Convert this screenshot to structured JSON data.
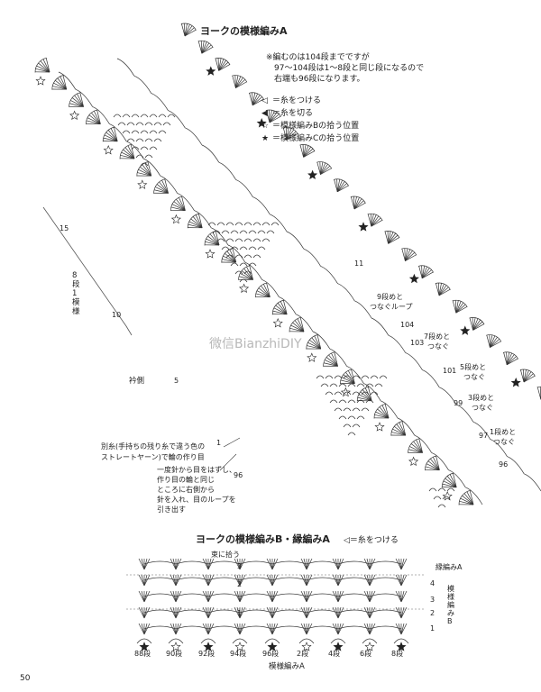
{
  "diagram_a": {
    "title": "ヨークの模様編みA",
    "notes": [
      "※編むのは104段までですが",
      "97〜104段は1〜8段と同じ段になるので",
      "右端も96段になります。"
    ],
    "legend": [
      {
        "sym": "◁",
        "text": "＝糸をつける"
      },
      {
        "sym": "◀",
        "text": "＝糸を切る"
      },
      {
        "sym": "☆",
        "text": "＝模様編みBの拾う位置"
      },
      {
        "sym": "★",
        "text": "＝模様編みCの拾う位置"
      }
    ],
    "left_rows": [
      "15",
      "10",
      "5",
      "1"
    ],
    "right_rows": [
      "11",
      "104",
      "103",
      "101",
      "99",
      "97",
      "96"
    ],
    "bottom_row": "96",
    "repeat_label": [
      "8",
      "段",
      "1",
      "模",
      "様"
    ],
    "collar_label": "衿側",
    "annotations": {
      "joins_9": [
        "9段めと",
        "つなぐループ"
      ],
      "joins_7": [
        "7段めと",
        "つなぐ"
      ],
      "joins_5": [
        "5段めと",
        "つなぐ"
      ],
      "joins_3": [
        "3段めと",
        "つなぐ"
      ],
      "joins_1": [
        "1段めと",
        "つなぐ"
      ],
      "chain_note": [
        "別糸(手持ちの残り糸で違う色の",
        "ストレートヤーン)で輪の作り目"
      ],
      "hook_note": [
        "一度針から目をはずし、",
        "作り目の輪と同じ",
        "ところに右側から",
        "針を入れ、目のループを",
        "引き出す"
      ]
    },
    "watermark": "微信BianzhiDIY"
  },
  "diagram_b": {
    "title": "ヨークの模様編みB・縁編みA",
    "legend": "◁＝糸をつける",
    "pick_label": "束に拾う",
    "top_label": "縁編みA",
    "side_label": [
      "模",
      "様",
      "編",
      "み",
      "B"
    ],
    "row_nums": [
      "4",
      "3",
      "2",
      "1"
    ],
    "inner_nums": [
      "3",
      "2",
      "1"
    ],
    "bottom_labels": [
      "88段",
      "90段",
      "92段",
      "94段",
      "96段",
      "2段",
      "4段",
      "6段",
      "8段"
    ],
    "caption": "模様編みA"
  },
  "page_number": "50"
}
